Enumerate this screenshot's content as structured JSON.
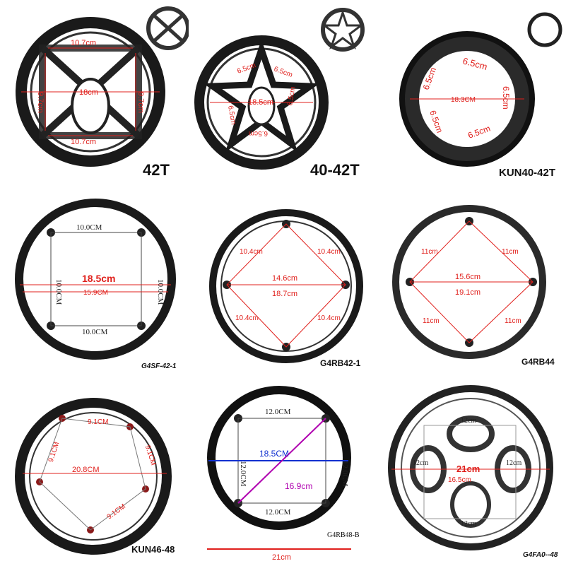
{
  "products": [
    {
      "model": "42T",
      "dims": [
        "10.7cm",
        "9.7cm",
        "18cm",
        "9.7cm",
        "10.7cm"
      ]
    },
    {
      "model": "40-42T",
      "dims": [
        "6.5cm",
        "6.5cm",
        "18.5cm",
        "6.5cm",
        "6.5cm",
        "6.5cm"
      ]
    },
    {
      "model": "KUN40-42T",
      "dims": [
        "6.5cm",
        "6.5cm",
        "6.5cm",
        "18.3CM",
        "6.5cm",
        "6.5cm"
      ]
    },
    {
      "model": "G4SF-42-1",
      "dims": [
        "10.0CM",
        "10.0CM",
        "18.5cm",
        "15.9CM",
        "10.0CM",
        "10.0CM"
      ]
    },
    {
      "model": "G4RB42-1",
      "dims": [
        "10.4cm",
        "10.4cm",
        "14.6cm",
        "18.7cm",
        "10.4cm",
        "10.4cm"
      ]
    },
    {
      "model": "G4RB44",
      "dims": [
        "11cm",
        "11cm",
        "15.6cm",
        "19.1cm",
        "11cm",
        "11cm"
      ]
    },
    {
      "model": "KUN46-48",
      "dims": [
        "9.1CM",
        "9.1CM",
        "20.8CM",
        "9.1CM",
        "9.1CM"
      ]
    },
    {
      "model": "G4RB48-B",
      "dims": [
        "12.0CM",
        "12.0CM",
        "18.5CM",
        "16.9cm",
        "12.0CM",
        "12.0CM",
        "21cm"
      ]
    },
    {
      "model": "G4FA0--48",
      "dims": [
        "12cm",
        "12cm",
        "12cm",
        "21cm",
        "16.5cm",
        "12cm"
      ]
    }
  ],
  "colors": {
    "ring": "#1a1a1a",
    "dim_red": "#e0201c",
    "dim_dark": "#222222",
    "magenta": "#b000b0",
    "blue": "#1030d0"
  }
}
